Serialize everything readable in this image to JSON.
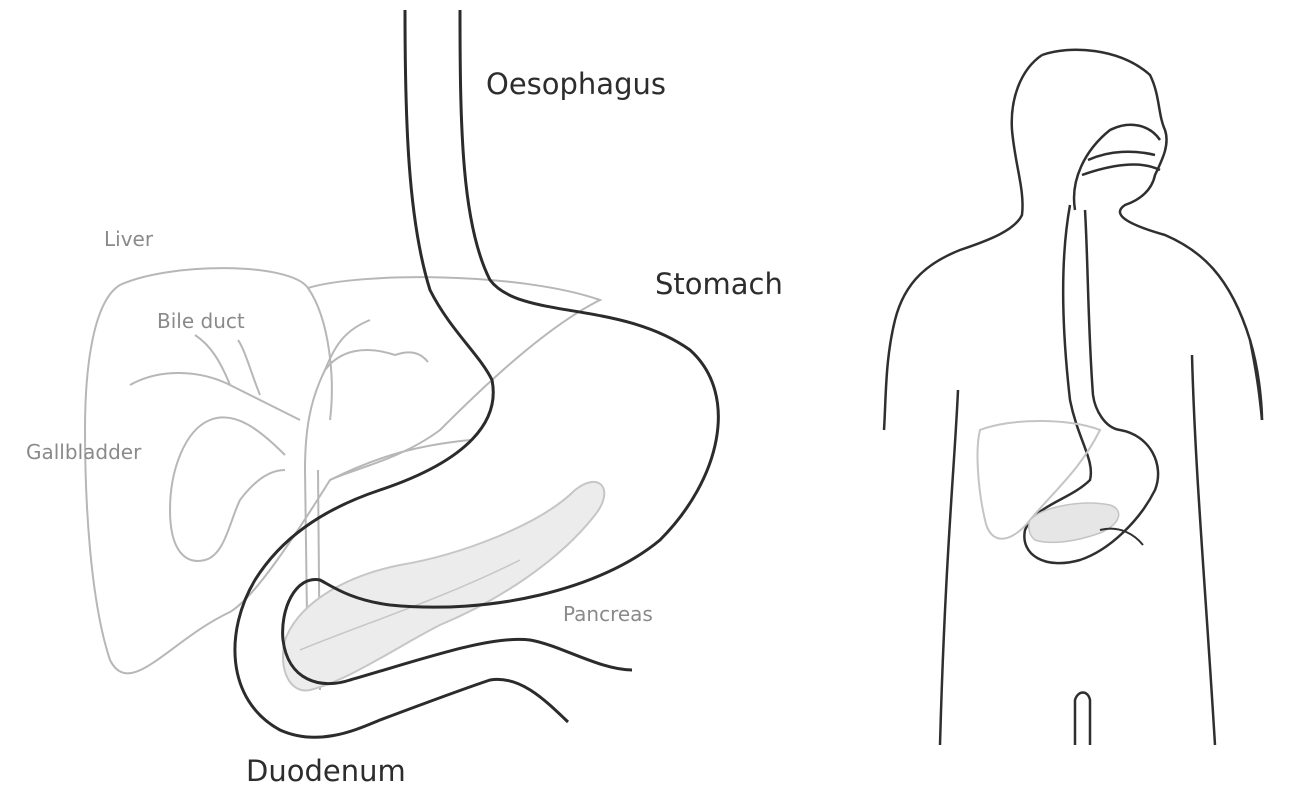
{
  "labels": {
    "oesophagus": "Oesophagus",
    "stomach": "Stomach",
    "duodenum": "Duodenum",
    "liver": "Liver",
    "bile_duct": "Bile duct",
    "gallbladder": "Gallbladder",
    "pancreas": "Pancreas"
  },
  "colors": {
    "main_outline": "#2b2b2b",
    "faint_outline": "#b7b7b7",
    "pancreas_fill": "#ececec",
    "body_outline": "#2f2f2f"
  }
}
